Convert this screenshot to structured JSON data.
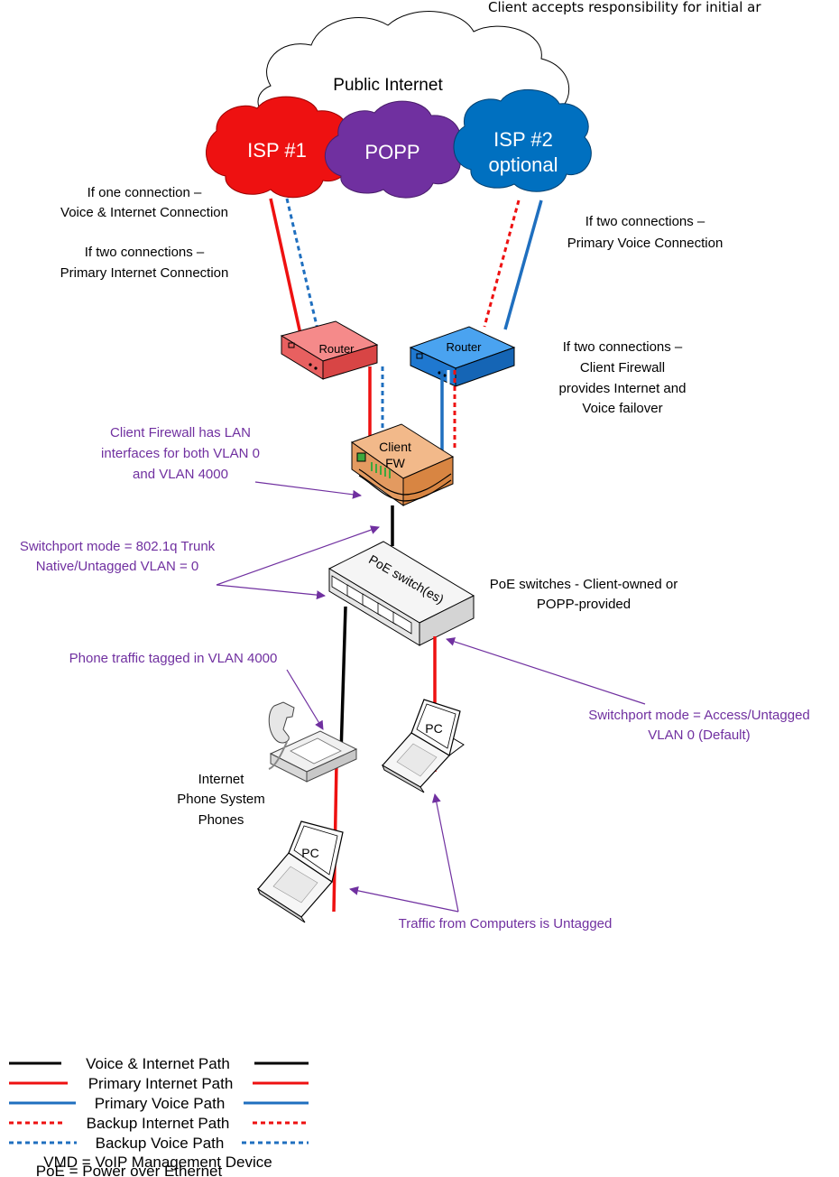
{
  "header_note": "Client accepts responsibility for initial ar",
  "clouds": {
    "internet": "Public Internet",
    "isp1": "ISP #1",
    "popp": "POPP",
    "isp2_line1": "ISP #2",
    "isp2_line2": "optional"
  },
  "devices": {
    "router_left": "Router",
    "router_right": "Router",
    "fw_line1": "Client",
    "fw_line2": "FW",
    "switch": "PoE switch(es)",
    "pc_right": "PC",
    "pc_bottom": "PC"
  },
  "labels": {
    "one_conn_1": "If one connection –",
    "one_conn_2": "Voice & Internet Connection",
    "two_conn_internet_1": "If two connections –",
    "two_conn_internet_2": "Primary Internet Connection",
    "two_conn_voice_1": "If two connections –",
    "two_conn_voice_2": "Primary Voice Connection",
    "fw_failover_1": "If two connections –",
    "fw_failover_2": "Client Firewall",
    "fw_failover_3": "provides Internet and",
    "fw_failover_4": "Voice failover",
    "switch_owner_1": "PoE switches - Client-owned or",
    "switch_owner_2": "POPP-provided",
    "phone_1": "Internet",
    "phone_2": "Phone System",
    "phone_3": "Phones"
  },
  "callouts": {
    "fw_lan_1": "Client Firewall has LAN",
    "fw_lan_2": "interfaces for both VLAN 0",
    "fw_lan_3": "and VLAN 4000",
    "trunk_1": "Switchport mode = 802.1q Trunk",
    "trunk_2": "Native/Untagged VLAN = 0",
    "phone_tag": "Phone traffic tagged in VLAN 4000",
    "access_1": "Switchport mode = Access/Untagged",
    "access_2": "VLAN 0 (Default)",
    "untagged": "Traffic from Computers is Untagged"
  },
  "legend": {
    "voice_internet": "Voice & Internet Path",
    "primary_internet": "Primary Internet Path",
    "primary_voice": "Primary Voice Path",
    "backup_internet": "Backup Internet Path",
    "backup_voice": "Backup Voice Path",
    "vmd": "VMD = VoIP Management Device",
    "poe": "PoE = Power over Ethernet"
  },
  "colors": {
    "isp1": "#ee1111",
    "popp": "#7030a0",
    "isp2": "#0070c0",
    "primary_internet": "#ee1111",
    "primary_voice": "#1f6fbf",
    "voice_internet": "#000000",
    "callout": "#7030a0"
  }
}
